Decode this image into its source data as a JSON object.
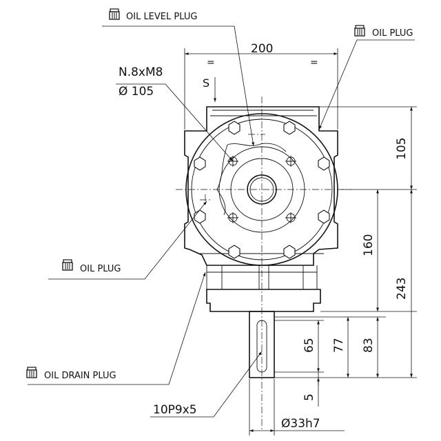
{
  "labels": {
    "oil_level_plug": "OIL LEVEL PLUG",
    "oil_plug_right": "OIL PLUG",
    "oil_plug_left": "OIL PLUG",
    "oil_drain_plug": "OIL DRAIN PLUG",
    "bolt_spec": "N.8xM8",
    "bolt_circle": "Ø 105",
    "section_mark": "S",
    "keyway": "10P9x5",
    "shaft_dia": "Ø33h7",
    "equal_left": "=",
    "equal_right": "="
  },
  "dimensions": {
    "width": "200",
    "upper_height": "105",
    "center_to_flange": "160",
    "center_to_shaft_end": "243",
    "key_length": "65",
    "shaft_length": "77",
    "shaft_total": "83",
    "key_offset": "5"
  },
  "icons": [
    "plug-icon"
  ]
}
